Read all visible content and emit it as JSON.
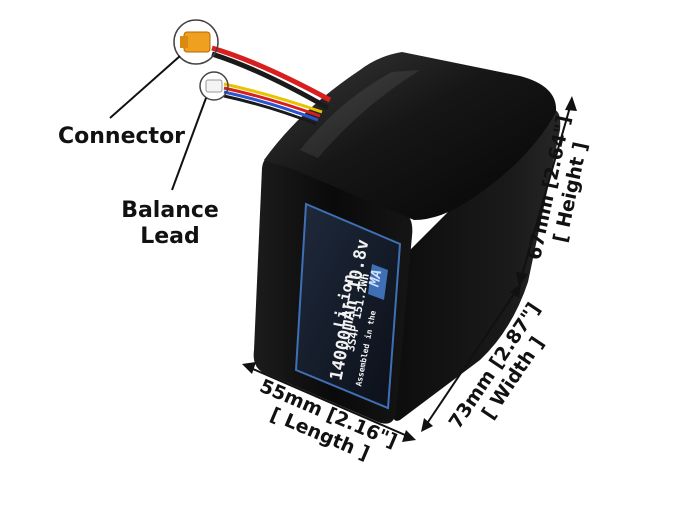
{
  "callouts": {
    "connector": "Connector",
    "balance_lead": [
      "Balance",
      "Lead"
    ]
  },
  "dimensions": {
    "height": {
      "value": "67mm [2.64\"]",
      "label": "[ Height ]"
    },
    "width": {
      "value": "73mm [2.87\"]",
      "label": "[ Width ]"
    },
    "length": {
      "value": "55mm [2.16\"]",
      "label": "[ Length ]"
    }
  },
  "battery_label": {
    "chemistry": "Li-ion",
    "capacity": "14000mAh 10.8v",
    "config": "3S4P 151.2Wh",
    "assembled": "Assembled in the",
    "logo_text": "MA"
  },
  "colors": {
    "battery_body": "#0c0c0c",
    "label_border": "#3f6fb5",
    "connector": "#f0a020",
    "wire_red": "#d81e1e",
    "wire_black": "#1a1a1a",
    "wire_yellow": "#e7c300",
    "wire_blue": "#2a55d0"
  }
}
